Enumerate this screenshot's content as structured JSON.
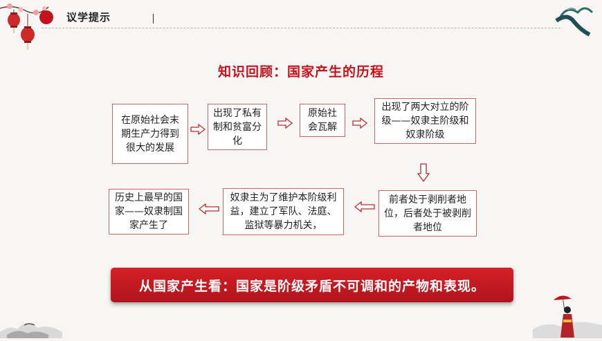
{
  "header": {
    "title": "议学提示"
  },
  "main": {
    "title": "知识回顾：国家产生的历程",
    "flow": [
      {
        "text": "在原始社会末期生产力得到很大的发展"
      },
      {
        "text": "出现了私有制和贫富分化"
      },
      {
        "text": "原始社会瓦解"
      },
      {
        "text": "出现了两大对立的阶级——奴隶主阶级和奴隶阶级"
      },
      {
        "text": "前者处于剥削者地位，后者处于被剥削者地位"
      },
      {
        "text": "奴隶主为了维护本阶级利益，建立了军队、法庭、监狱等暴力机关，"
      },
      {
        "text": "历史上最早的国家——奴隶制国家产生了"
      }
    ],
    "banner": "从国家产生看：国家是阶级矛盾不可调和的产物和表现。"
  },
  "colors": {
    "accent": "#c4111b",
    "box_border": "#c86464",
    "banner": "#c8171f"
  },
  "icons": [
    "lantern-icon",
    "plum-blossom-icon",
    "wave-decoration-icon",
    "mountain-decoration-icon",
    "umbrella-figure-icon"
  ]
}
